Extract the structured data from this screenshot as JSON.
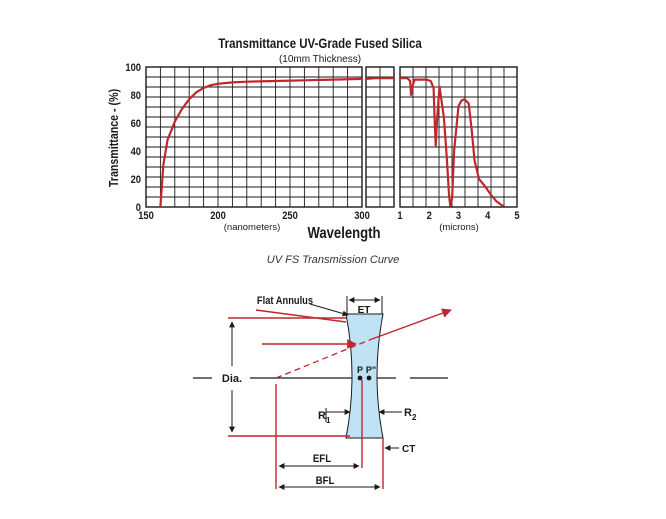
{
  "chart_data": {
    "type": "line",
    "title": "Transmittance UV-Grade Fused Silica",
    "subtitle": "(10mm Thickness)",
    "ylabel": "Transmittance - (%)",
    "xlabel": "Wavelength",
    "ylim": [
      0,
      100
    ],
    "yticks": [
      "0",
      "20",
      "40",
      "60",
      "80",
      "100"
    ],
    "grid": true,
    "colors": {
      "curve": "#c0262e",
      "grid": "#1a1a1a"
    },
    "panels": [
      {
        "unit_label": "(nanometers)",
        "xlim": [
          150,
          300
        ],
        "xticks": [
          "150",
          "200",
          "250",
          "300"
        ],
        "x": [
          160,
          162,
          165,
          170,
          175,
          180,
          185,
          190,
          195,
          200,
          210,
          220,
          240,
          260,
          280,
          300
        ],
        "y": [
          0,
          30,
          48,
          61,
          70,
          77,
          82,
          85,
          87,
          88,
          89,
          89.5,
          90,
          90.5,
          91,
          91.5
        ]
      },
      {
        "unit_label": "",
        "xlim": [
          300,
          330
        ],
        "xticks": [],
        "x": [
          300,
          310,
          320,
          330
        ],
        "y": [
          91.5,
          92,
          92,
          92
        ]
      },
      {
        "unit_label": "(microns)",
        "xlim": [
          1,
          5
        ],
        "xticks": [
          "1",
          "2",
          "3",
          "4",
          "5"
        ],
        "x": [
          1.0,
          1.25,
          1.35,
          1.38,
          1.42,
          1.5,
          1.7,
          1.9,
          2.05,
          2.15,
          2.18,
          2.22,
          2.27,
          2.35,
          2.5,
          2.6,
          2.68,
          2.72,
          2.78,
          2.85,
          3.0,
          3.1,
          3.2,
          3.35,
          3.45,
          3.55,
          3.7,
          3.9,
          4.1,
          4.3,
          4.5
        ],
        "y": [
          92,
          92,
          90,
          80,
          86,
          91,
          91,
          91,
          90,
          85,
          65,
          44,
          63,
          86,
          64,
          35,
          8,
          1,
          6,
          40,
          72,
          76,
          77,
          74,
          55,
          33,
          20,
          15,
          9,
          4,
          1
        ]
      }
    ]
  },
  "caption": "UV FS Transmission Curve",
  "diagram": {
    "labels": {
      "flat_annulus": "Flat Annulus",
      "et": "ET",
      "dia": "Dia.",
      "p": "P",
      "p_prime": "P\"",
      "r1": "R",
      "r1_sub": "1",
      "r2": "R",
      "r2_sub": "2",
      "ct": "CT",
      "efl": "EFL",
      "bfl": "BFL"
    },
    "colors": {
      "lens_fill": "#bfe3f5",
      "ray": "#c0262e",
      "line": "#1a1a1a"
    }
  }
}
